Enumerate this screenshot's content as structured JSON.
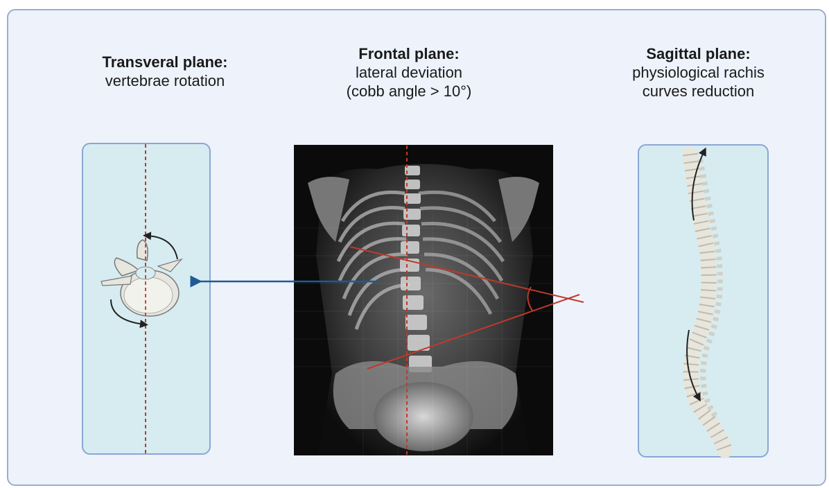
{
  "headings": {
    "transverse": {
      "title": "Transveral plane:",
      "line1": "vertebrae rotation"
    },
    "frontal": {
      "title": "Frontal plane:",
      "line1": "lateral deviation",
      "line2": "(cobb angle > 10°)"
    },
    "sagittal": {
      "title": "Sagittal plane:",
      "line1": "physiological rachis",
      "line2": "curves reduction"
    }
  },
  "colors": {
    "background": "#edf2fb",
    "panel_fill": "#d6ecf1",
    "panel_border": "#8aa6d4",
    "midline": "#c0392b",
    "cobb_lines": "#c0392b",
    "connector_arrow": "#1f5a96",
    "rotation_arrows": "#222222"
  },
  "icons": {
    "vertebra": "vertebra-top-view-icon",
    "spine": "spine-side-view-icon",
    "xray": "spine-xray-image"
  }
}
